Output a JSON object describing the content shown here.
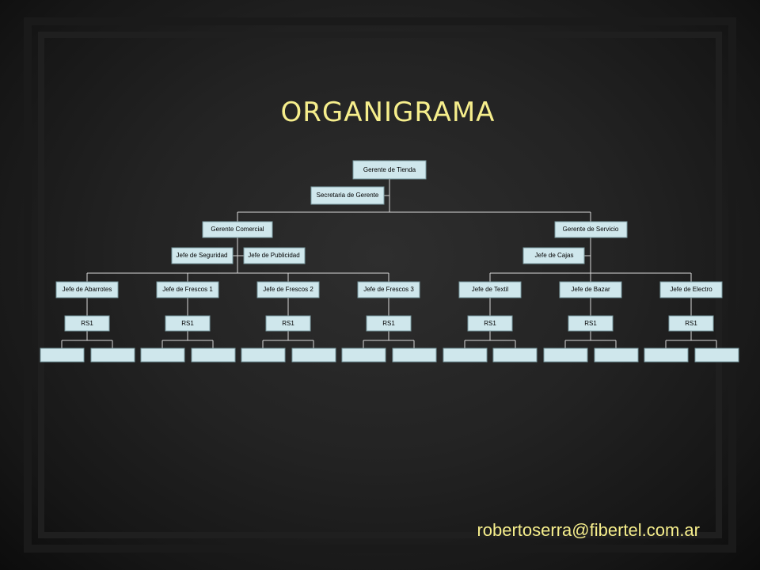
{
  "title": "ORGANIGRAMA",
  "email": "robertoserra@fibertel.com.ar",
  "colors": {
    "title": "#f6ee8c",
    "box_fill": "#cfe7ec",
    "connector": "#d8d8d8"
  },
  "org": {
    "top": "Gerente de Tienda",
    "assistant": "Secretaria de Gerente",
    "managers": [
      "Gerente Comercial",
      "Gerente de Servicio"
    ],
    "commercial_staff": [
      "Jefe de Seguridad",
      "Jefe de Publicidad"
    ],
    "service_staff": [
      "Jefe de Cajas"
    ],
    "department_heads": [
      "Jefe de Abarrotes",
      "Jefe de Frescos 1",
      "Jefe de Frescos 2",
      "Jefe de Frescos 3",
      "Jefe de Textil",
      "Jefe de Bazar",
      "Jefe de Electro"
    ],
    "sub_units": [
      "RS1",
      "RS1",
      "RS1",
      "RS1",
      "RS1",
      "RS1",
      "RS1"
    ]
  }
}
